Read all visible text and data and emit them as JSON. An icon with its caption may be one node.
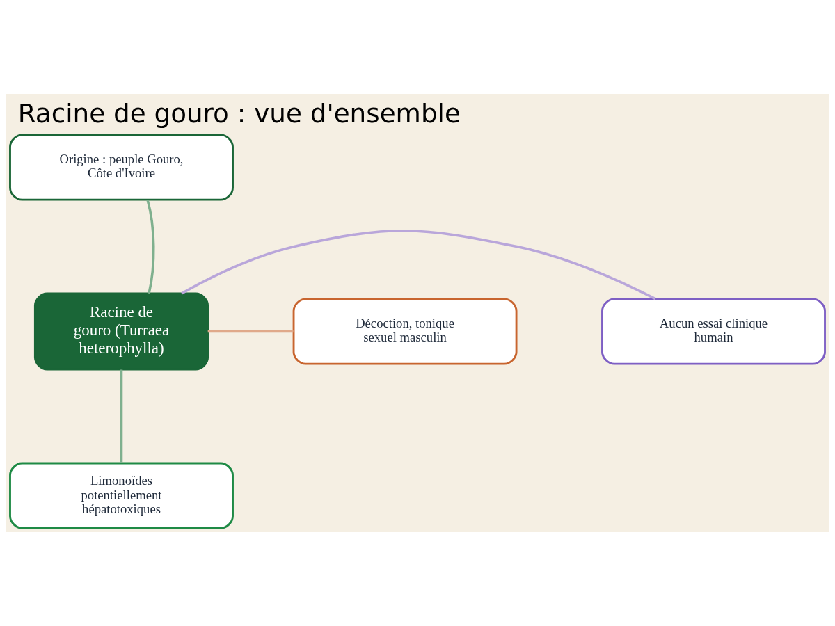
{
  "diagram": {
    "title": "Racine de gouro : vue d'ensemble",
    "nodes": [
      {
        "text": [
          "Racine de gouro (Turraea heterophylla)"
        ]
      },
      {
        "text": [
          "Origine : peuple Gouro, Côte d'Ivoire"
        ]
      },
      {
        "text": [
          "Aucun essai clinique humain"
        ]
      },
      {
        "text": [
          "Décoction, tonique sexuel masculin"
        ]
      },
      {
        "text": [
          "Limonoïdes potentiellement hépatotoxiques"
        ]
      }
    ],
    "edges": [
      {
        "from": 0,
        "to": 1,
        "arrow": "none"
      },
      {
        "from": 0,
        "to": 2,
        "arrow": "none",
        "color": "#b9a6da"
      },
      {
        "from": 0,
        "to": 3,
        "arrow": "none",
        "color": "#e0a98a"
      },
      {
        "from": 0,
        "to": 4,
        "arrow": "none"
      }
    ]
  }
}
